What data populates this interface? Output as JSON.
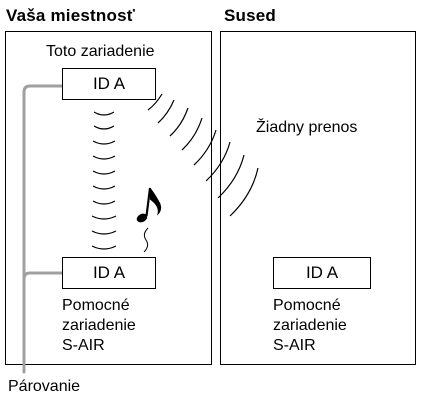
{
  "headings": {
    "your_room": "Vaša miestnosť",
    "neighbor": "Sused"
  },
  "left_panel": {
    "main_device_label": "Toto zariadenie",
    "main_device_id": "ID A",
    "sub_device_id": "ID A",
    "sub_device_lines": [
      "Pomocné",
      "zariadenie",
      "S-AIR"
    ]
  },
  "right_panel": {
    "no_transmission_label": "Žiadny prenos",
    "sub_device_id": "ID A",
    "sub_device_lines": [
      "Pomocné",
      "zariadenie",
      "S-AIR"
    ]
  },
  "pairing_label": "Párovanie",
  "icons": {
    "music": "music-note-icon",
    "signal": "radio-waves-icon"
  },
  "colors": {
    "pairing_line": "#a0a0a0",
    "ink": "#000000"
  }
}
